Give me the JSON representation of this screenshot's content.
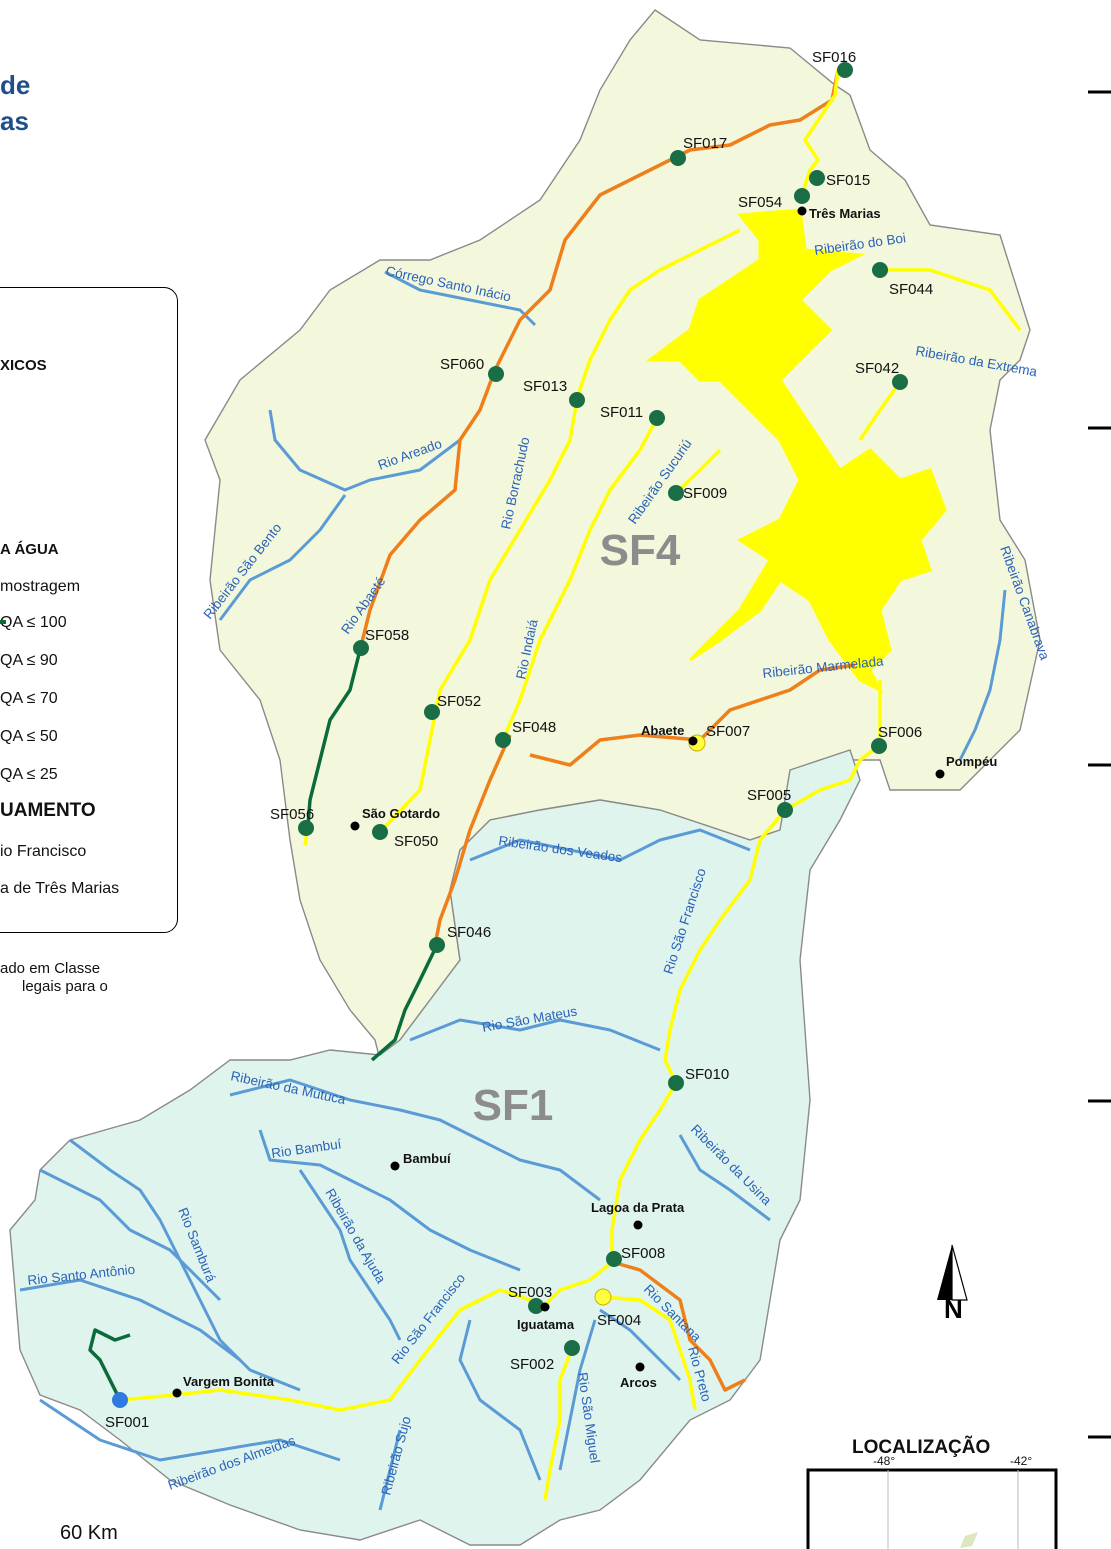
{
  "title": {
    "line1": "de",
    "line2": "as"
  },
  "legend": {
    "header_toxicos": "XICOS",
    "header_agua": "A ÁGUA",
    "item_amostragem": "mostragem",
    "iqa_100": "QA ≤ 100",
    "iqa_90": "QA ≤ 90",
    "iqa_70": "QA ≤ 70",
    "iqa_50": "QA ≤ 50",
    "iqa_25": "QA ≤ 25",
    "header_enquadramento": "UAMENTO",
    "item_sao_francisco": "io Francisco",
    "item_tres_marias": "a de Três Marias"
  },
  "note": {
    "line1": "ado em Classe",
    "line2": "legais para o"
  },
  "scale_label": "60 Km",
  "units": {
    "sf1": "SF1",
    "sf4": "SF4"
  },
  "stations": [
    "SF016",
    "SF017",
    "SF015",
    "SF054",
    "SF044",
    "SF042",
    "SF060",
    "SF013",
    "SF011",
    "SF009",
    "SF058",
    "SF052",
    "SF048",
    "SF007",
    "SF006",
    "SF005",
    "SF056",
    "SF050",
    "SF046",
    "SF010",
    "SF008",
    "SF003",
    "SF004",
    "SF002",
    "SF001"
  ],
  "cities": [
    "Três Marias",
    "Abaete",
    "Pompéu",
    "São Gotardo",
    "Lagoa da Prata",
    "Bambuí",
    "Iguatama",
    "Arcos",
    "Vargem Bonita"
  ],
  "rivers": [
    "Ribeirão do Boi",
    "Córrego Santo Inácio",
    "Ribeirão da Extrema",
    "Rio Areado",
    "Rio Borrachudo",
    "Ribeirão Sucuriú",
    "Ribeirão São Bento",
    "Rio Abaeté",
    "Rio Indaiá",
    "Ribeirão Canabrava",
    "Ribeirão Marmelada",
    "Ribeirão dos Veados",
    "Rio São Francisco",
    "Rio São Mateus",
    "Ribeirão da Mutuca",
    "Ribeirão da Usina",
    "Rio Bambuí",
    "Rio Samburá",
    "Ribeirão da Ajuda",
    "Rio Santo Antônio",
    "Rio São Francisco",
    "Rio Santana",
    "Rio Preto",
    "Rio São Miguel",
    "Ribeirão Sujo",
    "Ribeirão dos Almeidas"
  ],
  "north_label": "N",
  "location": {
    "title": "LOCALIZAÇÃO",
    "lon1": "-48°",
    "lon2": "-42°"
  },
  "colors": {
    "sf4_fill": "#f3f8dc",
    "sf1_fill": "#e0f4ee",
    "boundary": "#8a8a8a",
    "river": "#5b9bd5",
    "river_label": "#2a62b8",
    "yellow": "#ffff00",
    "orange": "#ee7f1a",
    "dark_green": "#0b6b3a",
    "station_green": "#1a6e45",
    "station_yellow": "#ffff3c",
    "station_blue": "#2f7ae0"
  }
}
